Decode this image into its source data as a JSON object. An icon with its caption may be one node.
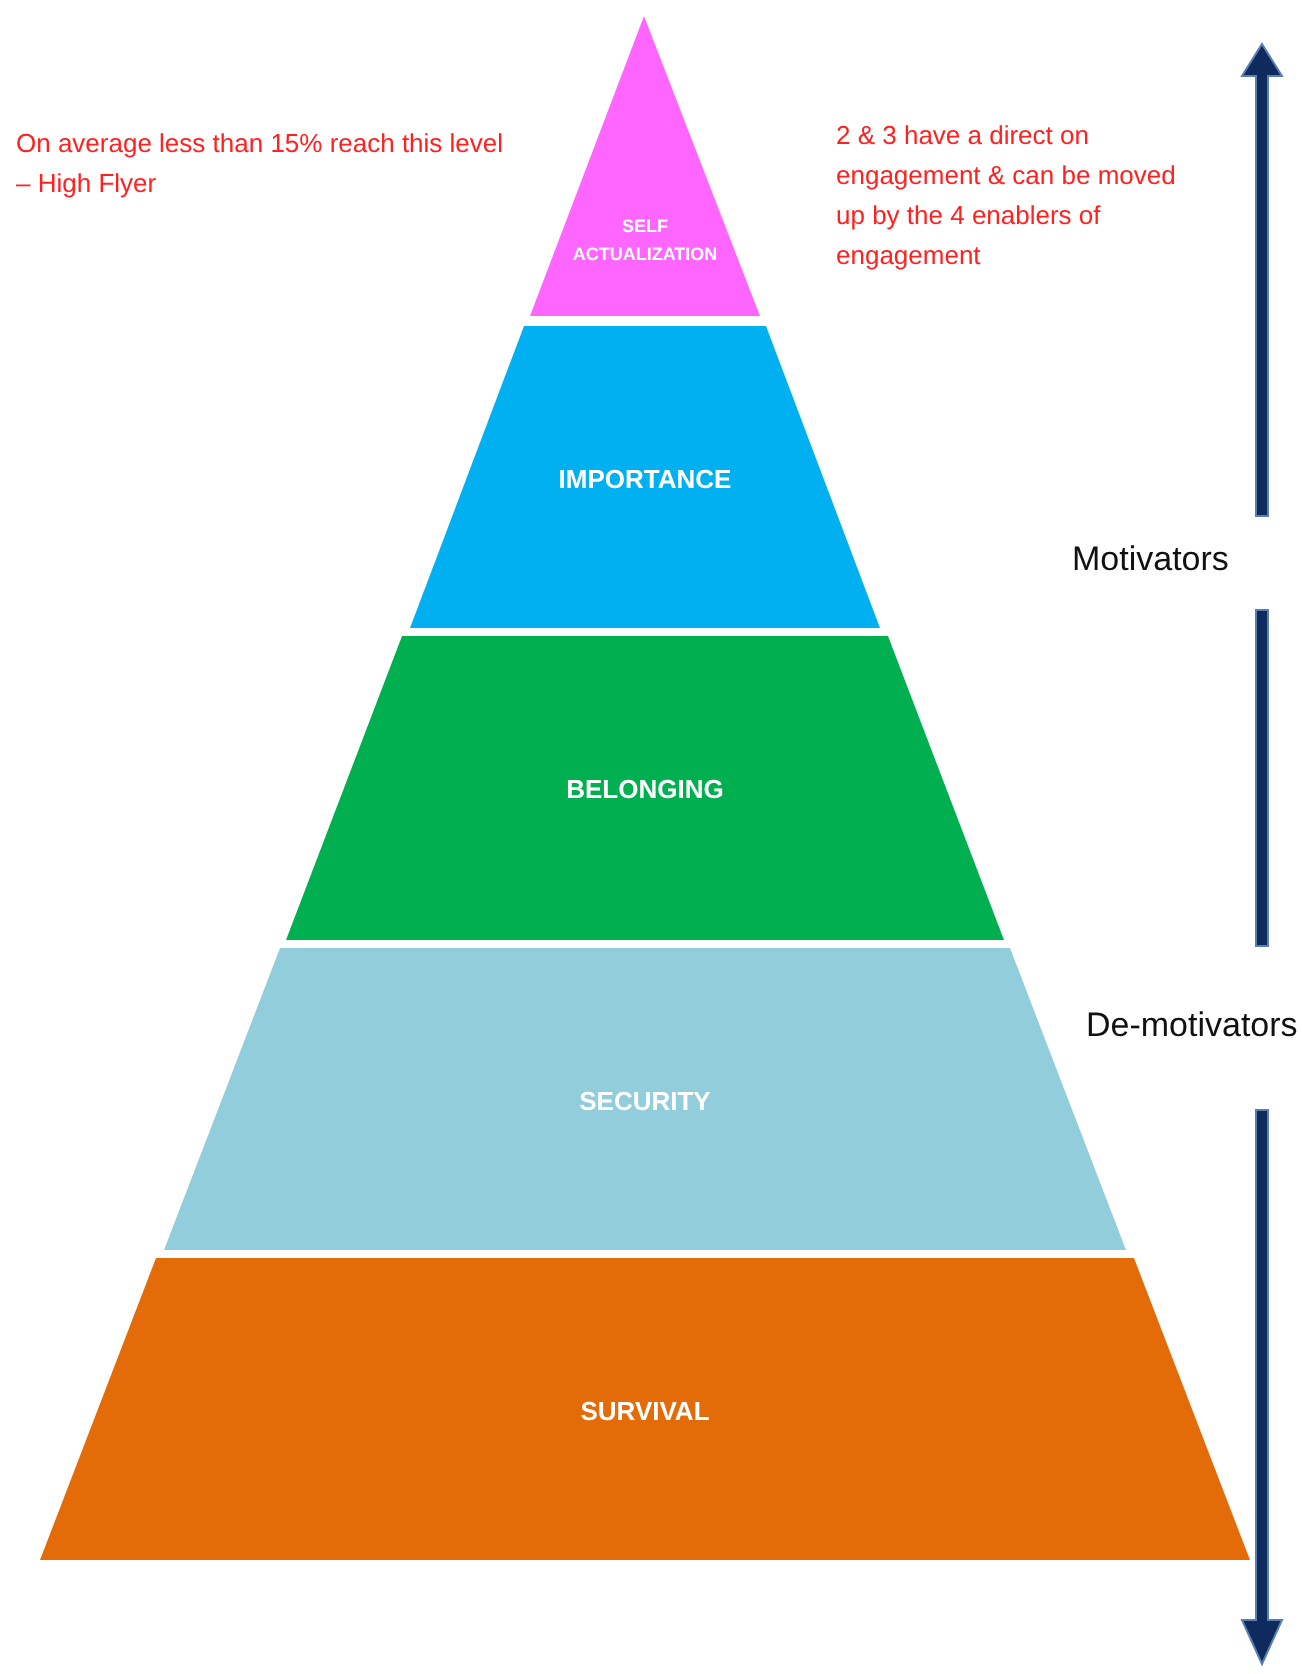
{
  "diagram": {
    "nodes": [
      {
        "text": [
          "SELF ACTUALIZATION"
        ]
      },
      {
        "text": [
          "IMPORTANCE"
        ]
      },
      {
        "text": [
          "BELONGING"
        ]
      },
      {
        "text": [
          "SECURITY"
        ]
      },
      {
        "text": [
          "SURVIVAL"
        ]
      }
    ],
    "labels": [
      "On average less than 15% reach this level – High Flyer",
      "2 & 3 have a direct on engagement & can be moved up by the 4 enablers of engagement",
      "Motivators",
      "De-motivators"
    ]
  }
}
